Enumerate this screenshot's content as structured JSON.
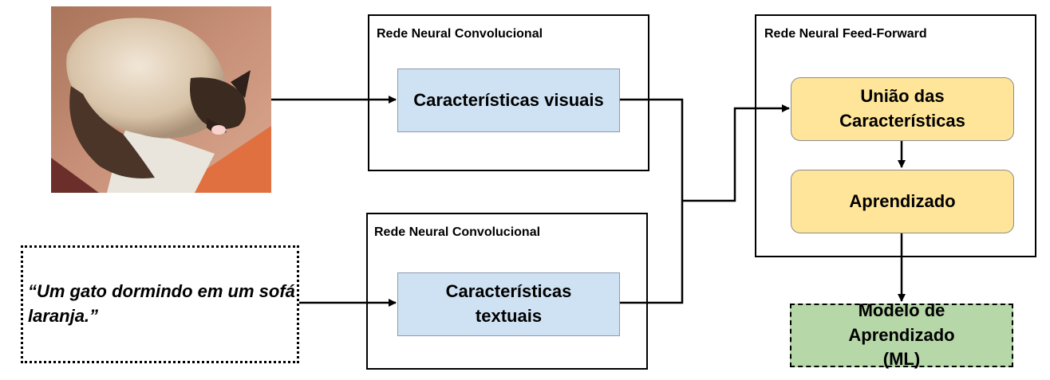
{
  "image_input": {
    "icon": "sleeping-cat-photo"
  },
  "text_input": {
    "quote": "“Um gato dormindo em um sofá laranja.”"
  },
  "cnn_visual": {
    "title": "Rede Neural Convolucional",
    "node": "Características visuais"
  },
  "cnn_text": {
    "title": "Rede Neural Convolucional",
    "node": "Características textuais"
  },
  "ffnn": {
    "title": "Rede Neural Feed-Forward",
    "fusion_node": "União das Características",
    "learning_node": "Aprendizado"
  },
  "output": {
    "node": "Modelo de Aprendizado (ML)"
  },
  "colors": {
    "blue_fill": "#cfe2f3",
    "yellow_fill": "#ffe599",
    "green_fill": "#b6d7a8"
  }
}
